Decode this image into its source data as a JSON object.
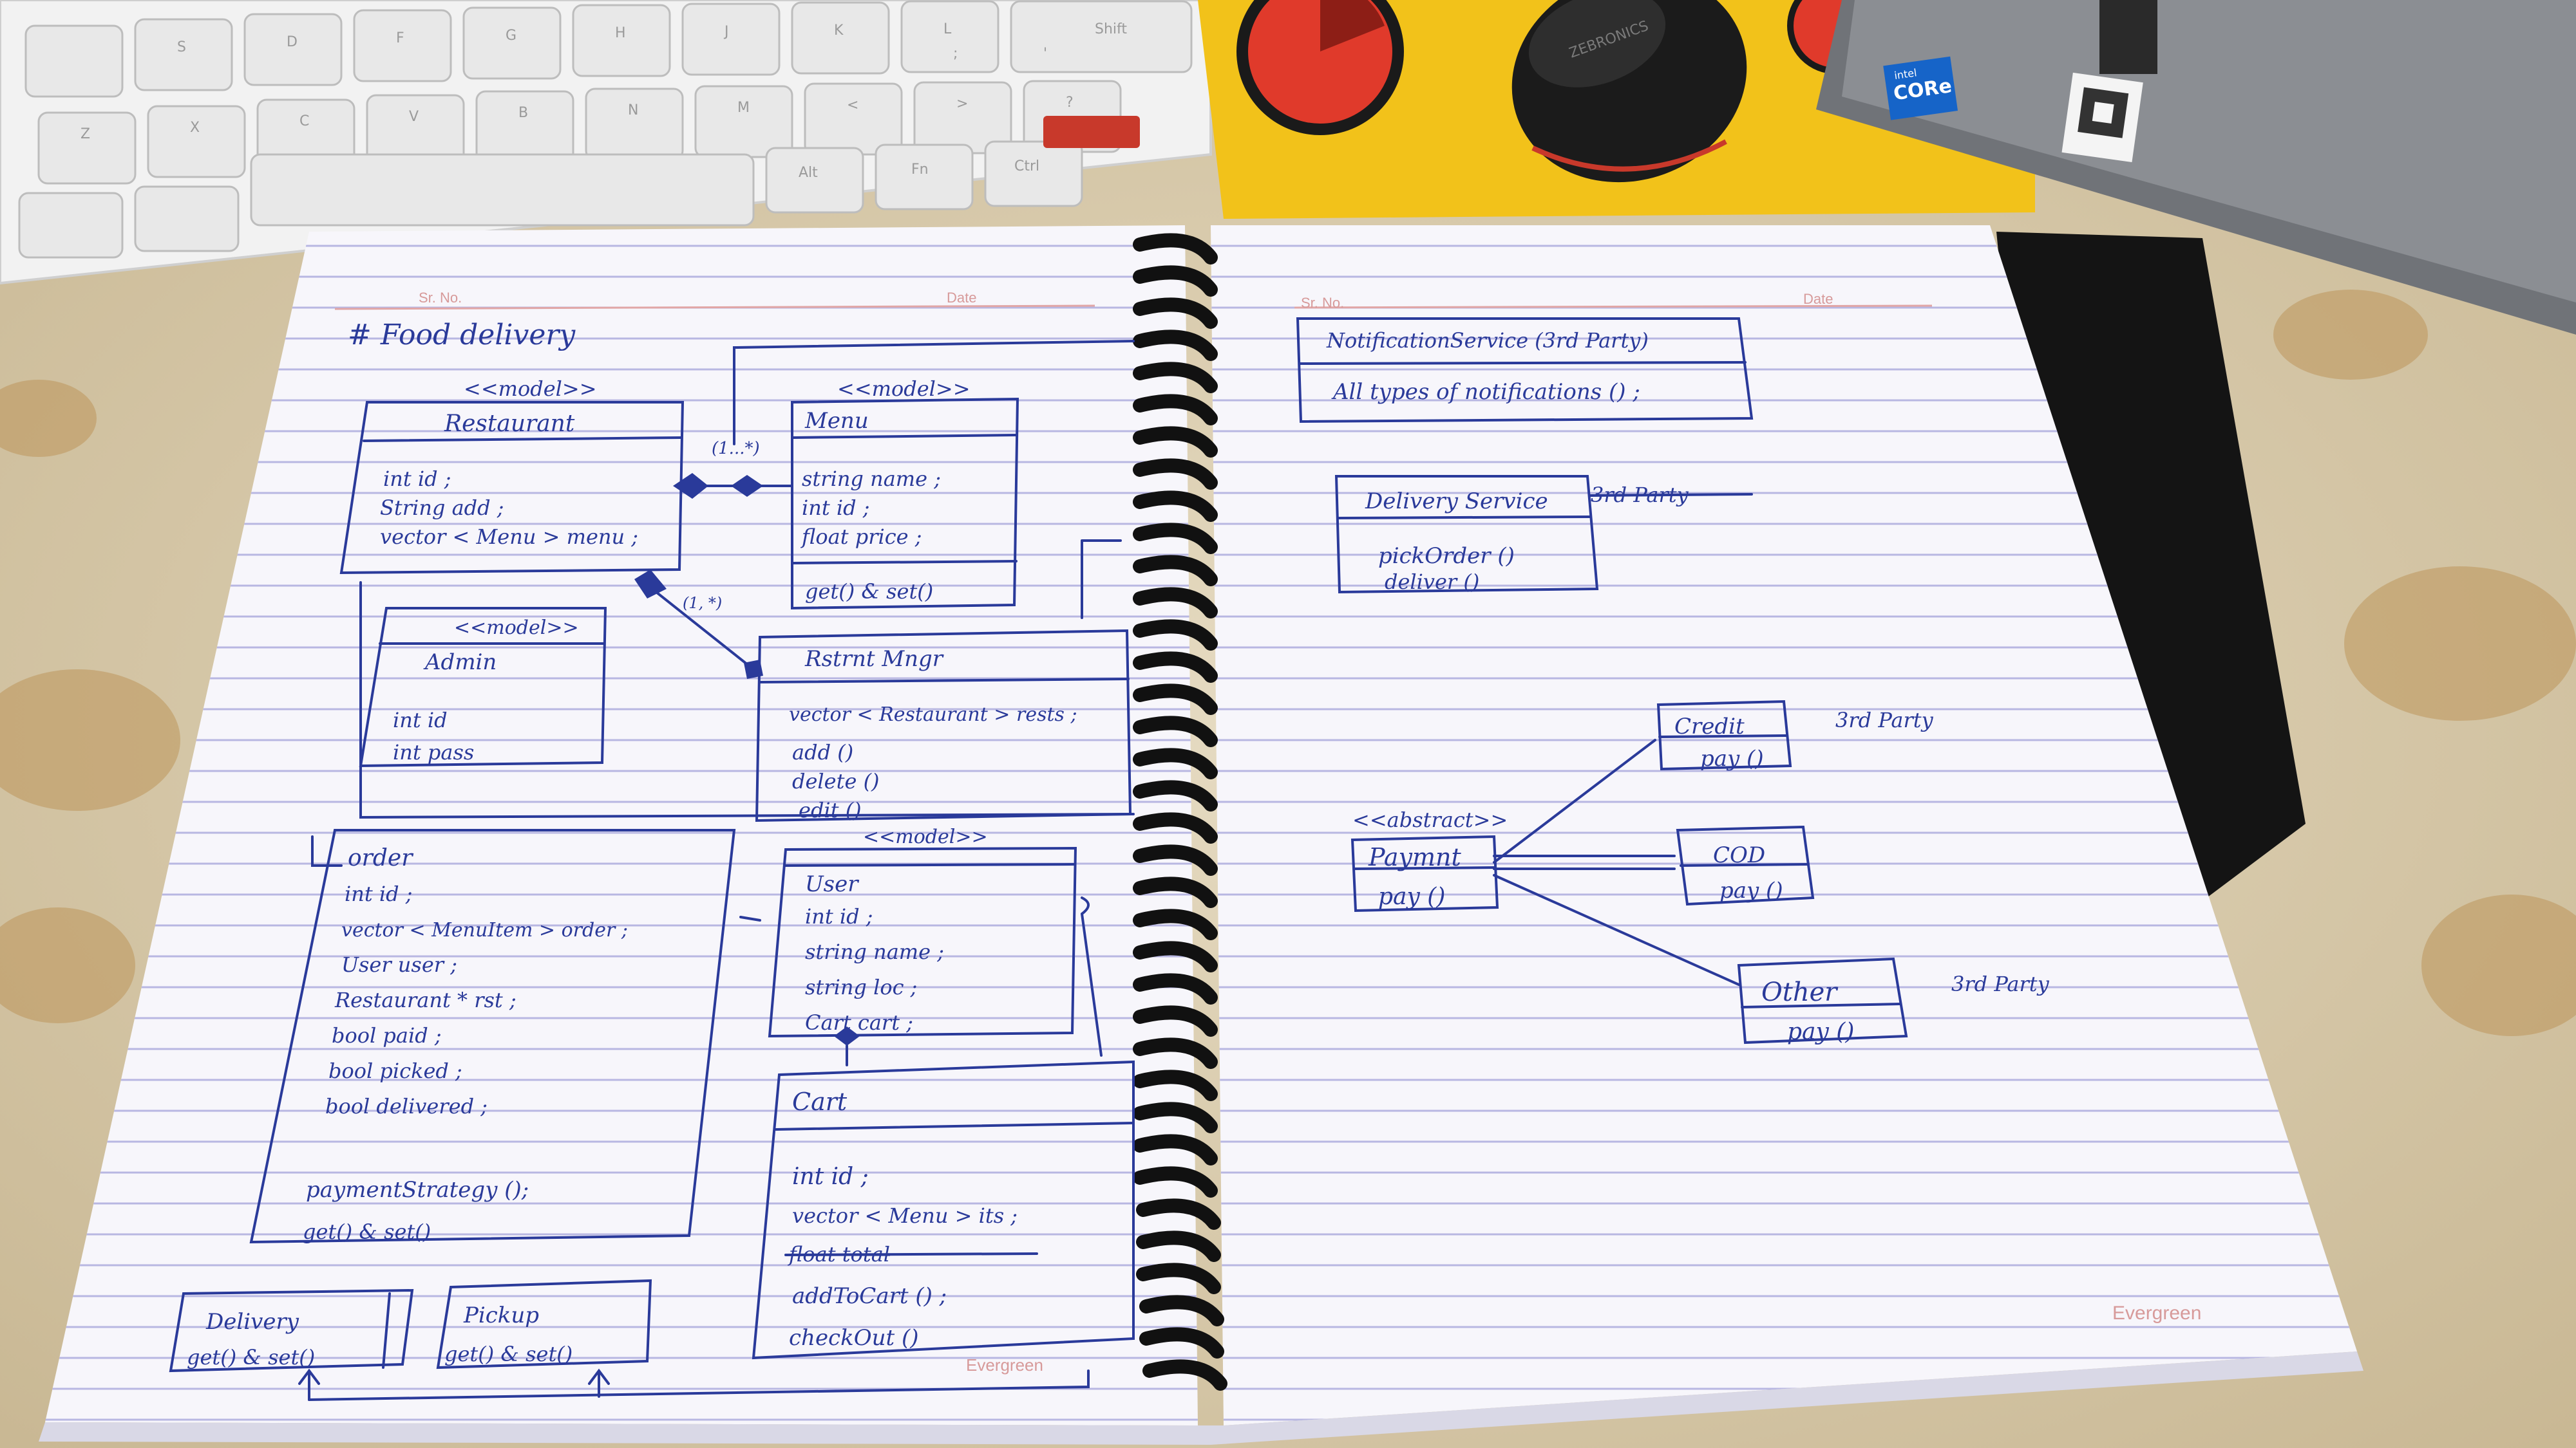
{
  "scene": {
    "brand_print": "Evergreen",
    "laptop_badge": "CORe",
    "laptop_badge_small": "intel",
    "mouse_brand": "ZEBRONICS"
  },
  "colors": {
    "ink": "#2a3a9a",
    "paper": "#f7f6fb",
    "rule_line": "#b8b7e2",
    "margin_line": "#e1a6a6",
    "desk_cloth": "#d9ccb0",
    "mousepad": "#f2c21a"
  },
  "keyboard": {
    "keys_row1": [
      "S",
      "D",
      "F",
      "G",
      "H",
      "J",
      "K",
      "L",
      ";",
      "'",
      "Shift"
    ],
    "keys_row2": [
      "Z",
      "X",
      "C",
      "V",
      "B",
      "N",
      "M",
      "<",
      ">",
      "?"
    ],
    "keys_row3": [
      "Alt",
      "Fn",
      "Ctrl"
    ]
  },
  "left_page": {
    "header_no": "Sr. No.",
    "header_date": "Date",
    "title": "# Food delivery",
    "restaurant": {
      "stereotype": "<<model>>",
      "name": "Restaurant",
      "fields": [
        "int id ;",
        "String add ;",
        "vector < Menu > menu ;"
      ]
    },
    "menu": {
      "stereotype": "<<model>>",
      "name": "Menu",
      "fields": [
        "string name ;",
        "int id ;",
        "float price ;"
      ],
      "methods": [
        "get() & set()"
      ]
    },
    "multiplicity_top": "(1...*)",
    "multiplicity_mid": "(1, *)",
    "admin": {
      "stereotype": "<<model>>",
      "name": "Admin",
      "fields": [
        "int id",
        "int pass"
      ]
    },
    "restaurant_manager": {
      "name": "Rstrnt Mngr",
      "fields": [
        "vector < Restaurant > rests ;"
      ],
      "methods": [
        "add ()",
        "delete ()",
        "edit ()"
      ]
    },
    "order": {
      "name": "order",
      "fields": [
        "int id ;",
        "vector < MenuItem > order ;",
        "User user ;",
        "Restaurant * rst ;",
        "bool paid ;",
        "bool picked ;",
        "bool delivered ;"
      ],
      "methods": [
        "paymentStrategy ();",
        "get() & set()"
      ]
    },
    "user": {
      "stereotype": "<<model>>",
      "name": "User",
      "fields": [
        "int id ;",
        "string name ;",
        "string loc ;",
        "Cart cart ;"
      ]
    },
    "cart": {
      "name": "Cart",
      "fields": [
        "int id ;",
        "vector < Menu > its ;"
      ],
      "strikethrough": "float total",
      "methods": [
        "addToCart () ;",
        "checkOut ()"
      ]
    },
    "delivery": {
      "name": "Delivery",
      "methods": [
        "get() & set()"
      ]
    },
    "pickup": {
      "name": "Pickup",
      "methods": [
        "get() & set()"
      ]
    },
    "footer_brand": "Evergreen"
  },
  "right_page": {
    "header_no": "Sr. No.",
    "header_date": "Date",
    "notification_service": {
      "name": "NotificationService (3rd Party)",
      "methods": [
        "All types of notifications () ;"
      ]
    },
    "delivery_service": {
      "name": "Delivery Service",
      "note": "3rd Party",
      "methods": [
        "pickOrder ()",
        "deliver ()"
      ]
    },
    "payment": {
      "stereotype": "<<abstract>>",
      "name": "Paymnt",
      "methods": [
        "pay ()"
      ]
    },
    "credit": {
      "name": "Credit",
      "method": "pay ()",
      "note": "3rd Party"
    },
    "cod": {
      "name": "COD",
      "method": "pay ()"
    },
    "other": {
      "name": "Other",
      "method": "pay ()",
      "note": "3rd Party"
    },
    "footer_brand": "Evergreen"
  }
}
